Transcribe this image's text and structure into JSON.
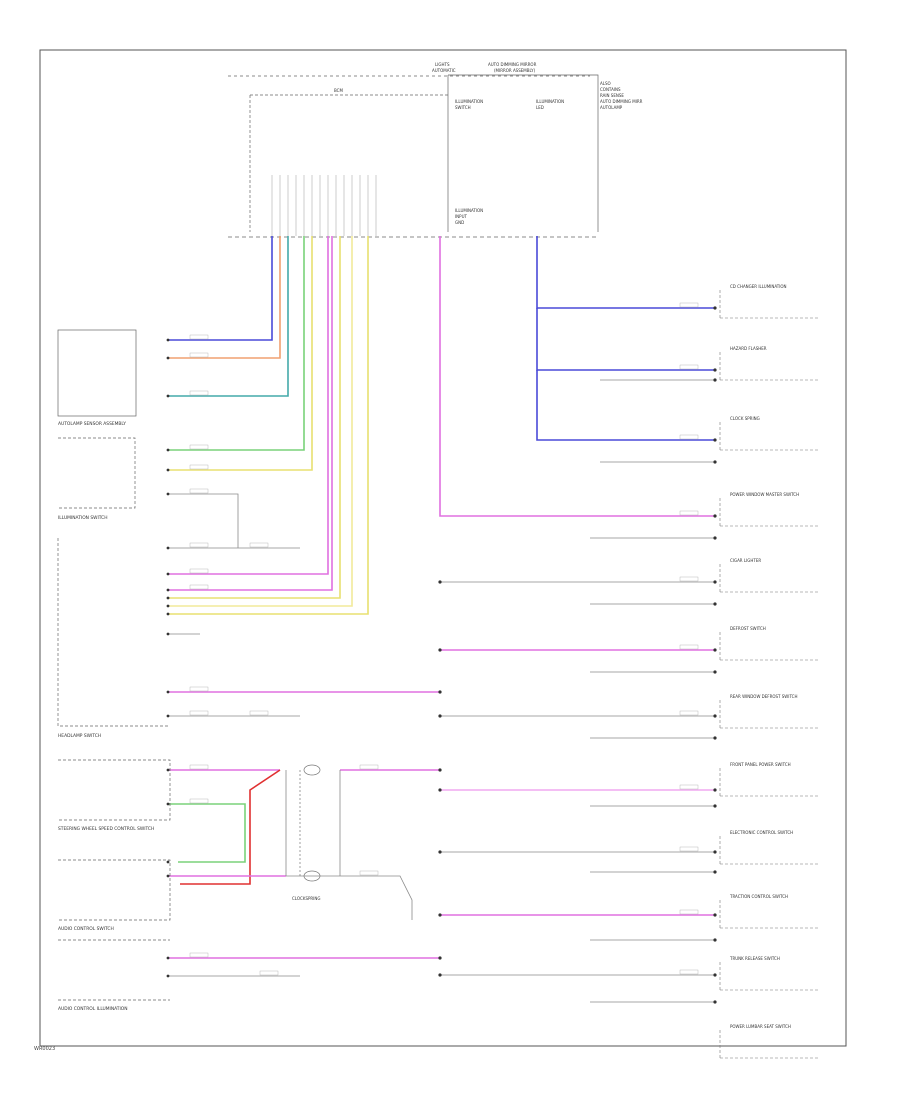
{
  "diagram": {
    "page_code": "WR0023",
    "colors": {
      "frame": "#555555",
      "wire_gray": "#8a8a8a",
      "blue": "#4a4ad8",
      "pink": "#e070e0",
      "yellow": "#e8e070",
      "green": "#7ad27a",
      "teal": "#44aaaa",
      "orange": "#f0a070",
      "red": "#e03030",
      "light_pink": "#f0a8f0"
    },
    "components": {
      "top_module": "BODY CONTROL MODULE",
      "right_module": "AUTO DIMMING MIRROR",
      "switch_left_1": "AUTOLAMP SENSOR ASSEMBLY",
      "switch_left_2": "ILLUMINATION SWITCH",
      "headlamp_switch": "HEADLAMP SWITCH",
      "steering_switch": "STEERING WHEEL SPEED CONTROL SWITCH",
      "clock_spring": "CLOCKSPRING",
      "audio_switch": "AUDIO CONTROL SWITCH",
      "audio_illum": "AUDIO CONTROL ILLUMINATION",
      "right_items": [
        "CD CHANGER ILLUMINATION",
        "HAZARD FLASHER",
        "CLOCK SPRING",
        "POWER WINDOW MASTER SWITCH",
        "CIGAR LIGHTER",
        "DEFROST SWITCH",
        "REAR WINDOW DEFROST SWITCH",
        "FRONT PANEL POWER SWITCH",
        "ELECTRONIC CONTROL SWITCH",
        "TRACTION CONTROL SWITCH",
        "TRUNK RELEASE SWITCH",
        "POWER LUMBAR SEAT SWITCH"
      ]
    }
  }
}
